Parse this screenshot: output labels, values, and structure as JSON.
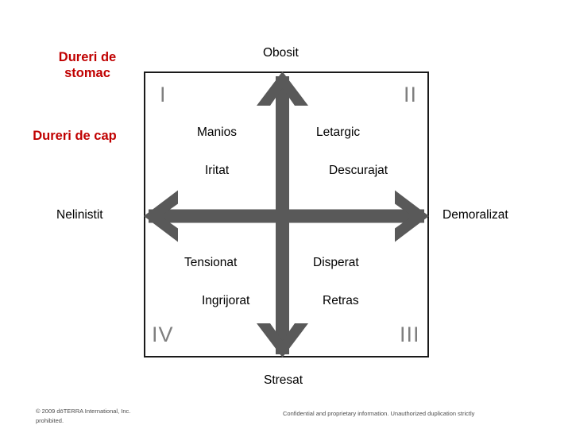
{
  "slide": {
    "title_hidden": "",
    "background_color": "#ffffff"
  },
  "colors": {
    "quadrant_fill": "#d8d1e3",
    "arrow": "#595959",
    "frame_border": "#1a1a1a",
    "roman_numeral": "#7f7f7f",
    "red_annotation": "#c00000",
    "body_text": "#000000",
    "footer_text": "#4d4d4d"
  },
  "axes": {
    "top_label": "Obosit",
    "bottom_label": "Stresat",
    "left_label": "Nelinistit",
    "right_label": "Demoralizat"
  },
  "quadrants": [
    {
      "numeral": "I",
      "position": "top-left",
      "highlighted": true,
      "words": [
        "Manios",
        "Iritat"
      ]
    },
    {
      "numeral": "II",
      "position": "top-right",
      "highlighted": false,
      "words": [
        "Letargic",
        "Descurajat"
      ]
    },
    {
      "numeral": "III",
      "position": "bottom-right",
      "highlighted": false,
      "words": [
        "Disperat",
        "Retras"
      ]
    },
    {
      "numeral": "IV",
      "position": "bottom-left",
      "highlighted": false,
      "words": [
        "Tensionat",
        "Ingrijorat"
      ]
    }
  ],
  "annotations": [
    {
      "id": "stomac",
      "text": "Dureri de\nstomac"
    },
    {
      "id": "cap",
      "text": "Dureri de cap"
    }
  ],
  "footer": {
    "left": "© 2009 dōTERRA International, Inc.\nprohibited.",
    "right": "Confidential and proprietary information. Unauthorized duplication strictly"
  }
}
